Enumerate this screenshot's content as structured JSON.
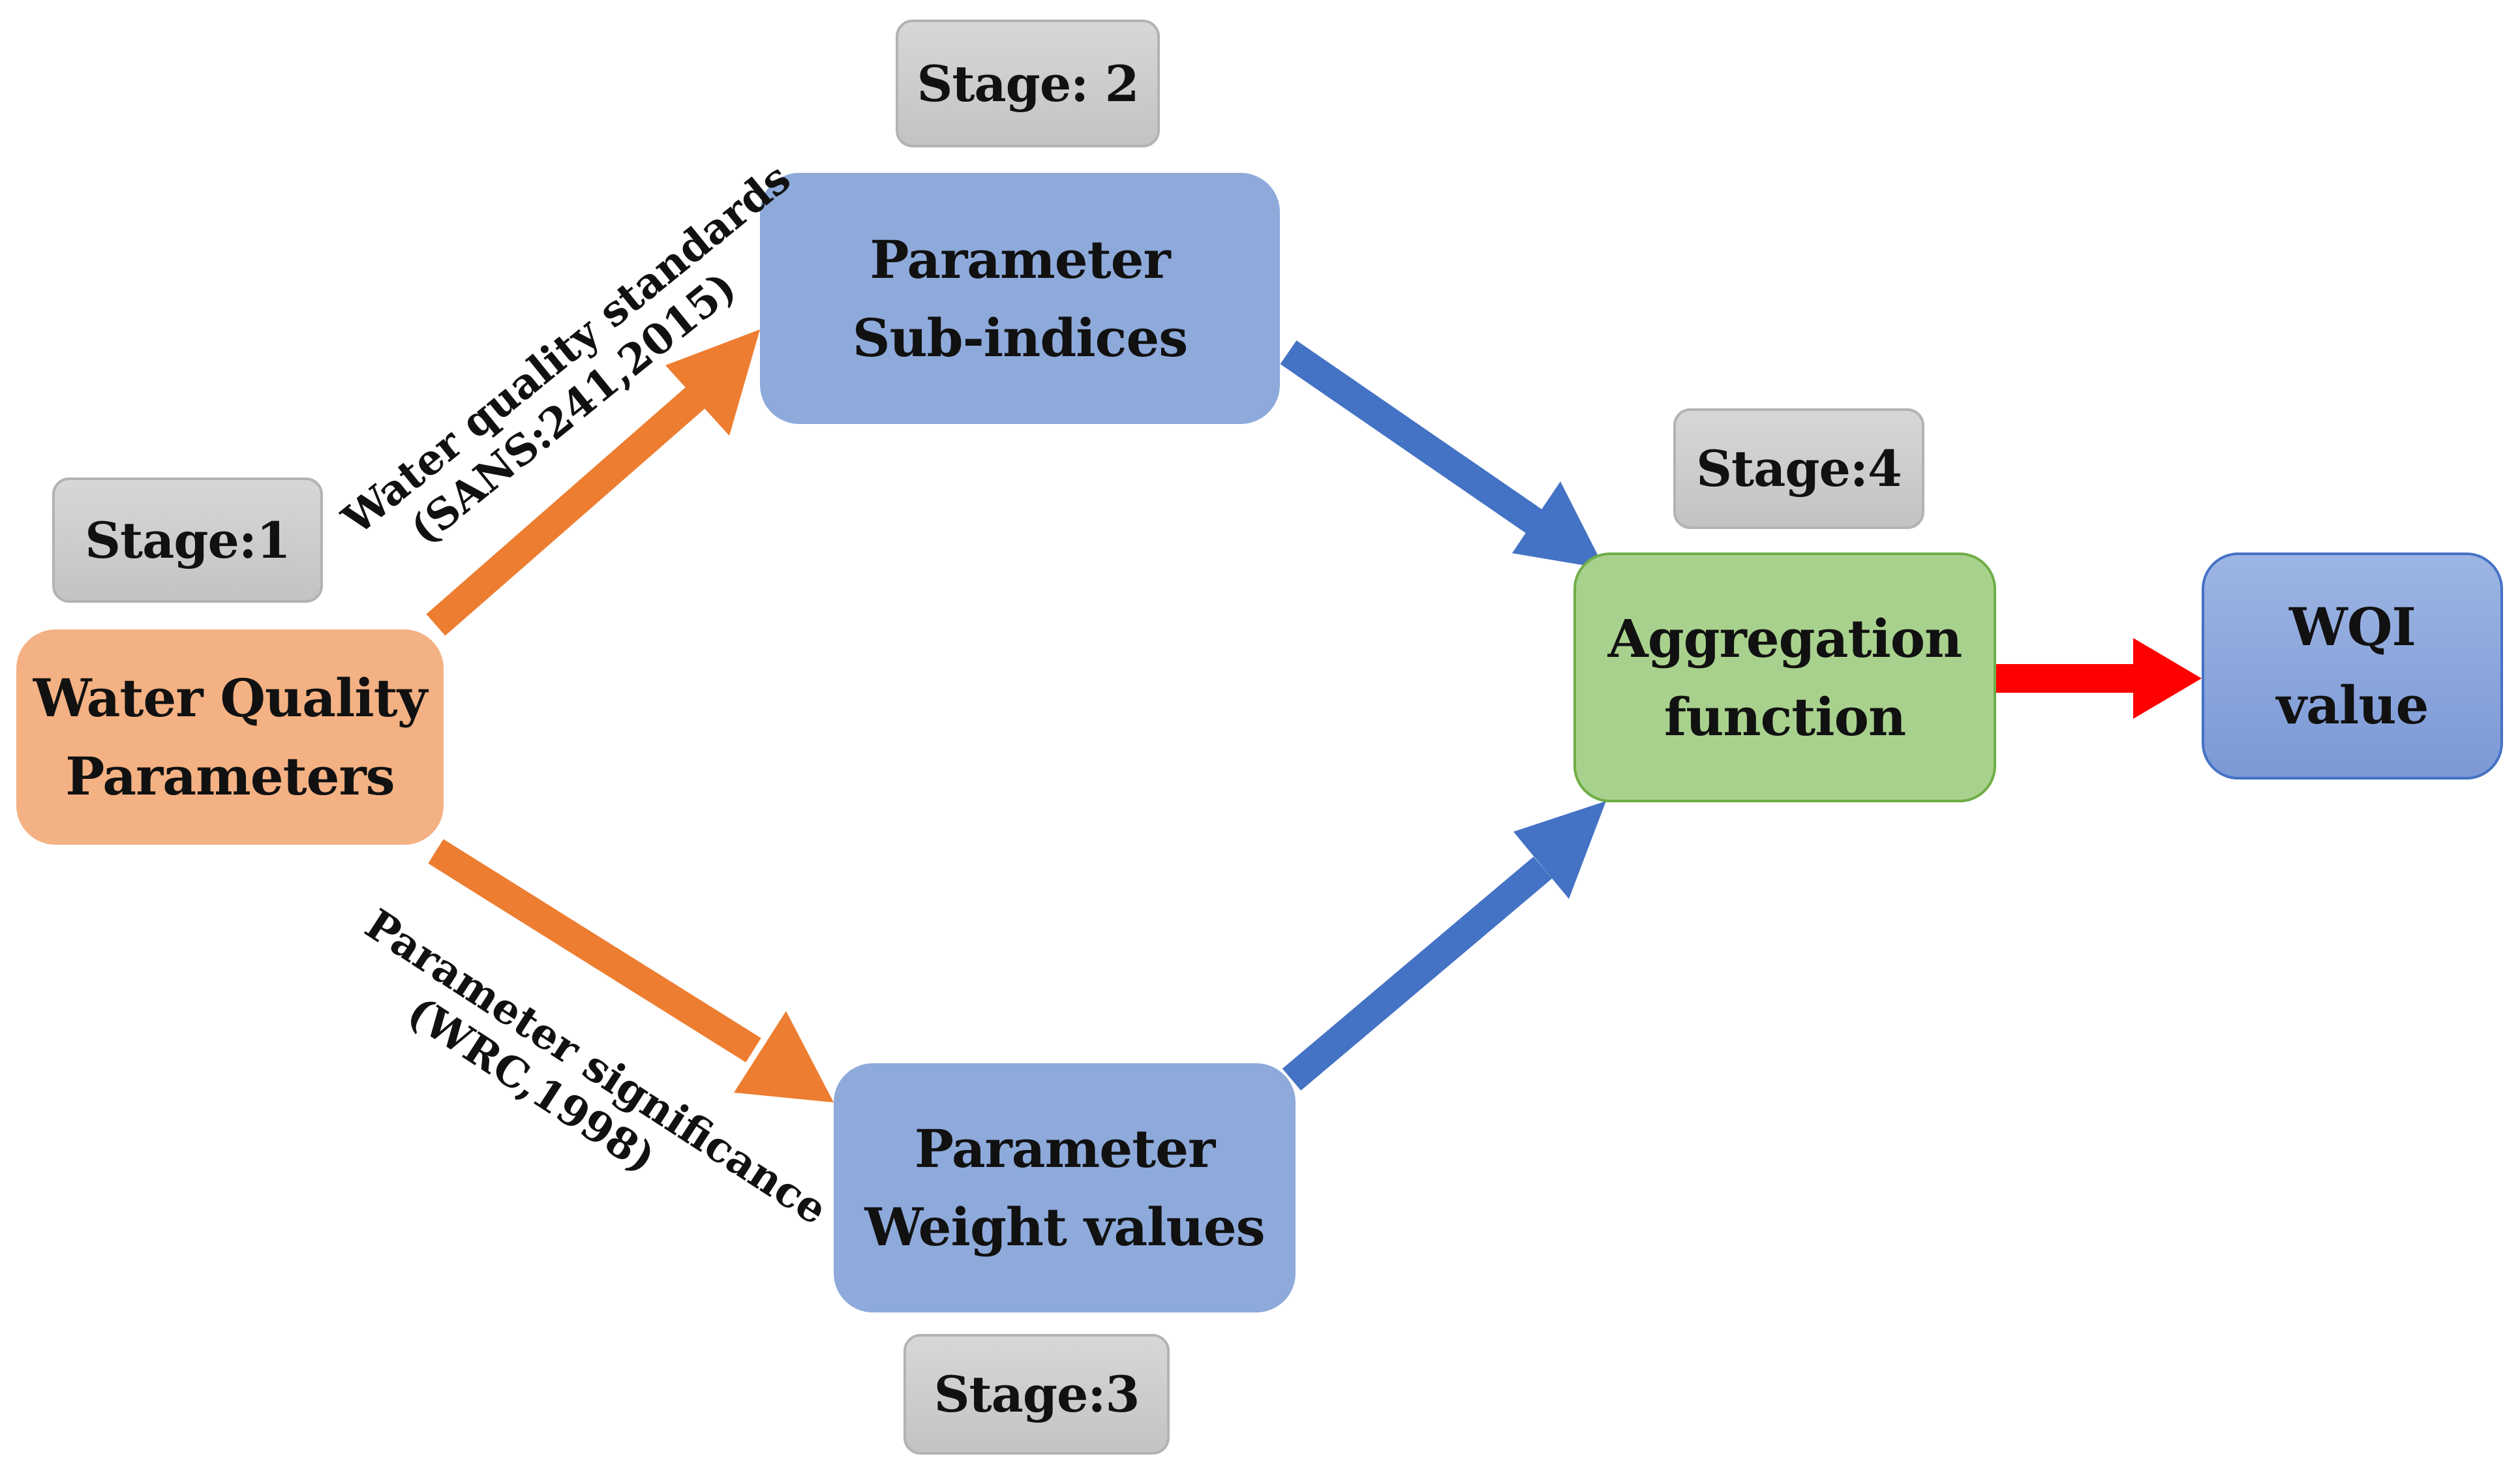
{
  "stages": {
    "stage1": "Stage:1",
    "stage2": "Stage: 2",
    "stage3": "Stage:3",
    "stage4": "Stage:4"
  },
  "nodes": {
    "water_quality_parameters": {
      "line1": "Water Quality",
      "line2": "Parameters"
    },
    "parameter_sub_indices": {
      "line1": "Parameter",
      "line2": "Sub-indices"
    },
    "parameter_weight_values": {
      "line1": "Parameter",
      "line2": "Weight values"
    },
    "aggregation_function": {
      "line1": "Aggregation",
      "line2": "function"
    },
    "wqi_value": {
      "line1": "WQI",
      "line2": "value"
    }
  },
  "edge_labels": {
    "upper": {
      "line1": "Water quality standards",
      "line2": "(SANS:241,2015)"
    },
    "lower": {
      "line1": "Parameter significance",
      "line2": "(WRC,1998)"
    }
  },
  "colors": {
    "orange_arrow": "#ed7d31",
    "blue_arrow": "#4472c4",
    "red_arrow": "#ff0000",
    "orange_node": "#f4b183",
    "blue_node": "#8eaadb",
    "green_node": "#a9d18e",
    "stage_badge": "#cfcfcf"
  }
}
